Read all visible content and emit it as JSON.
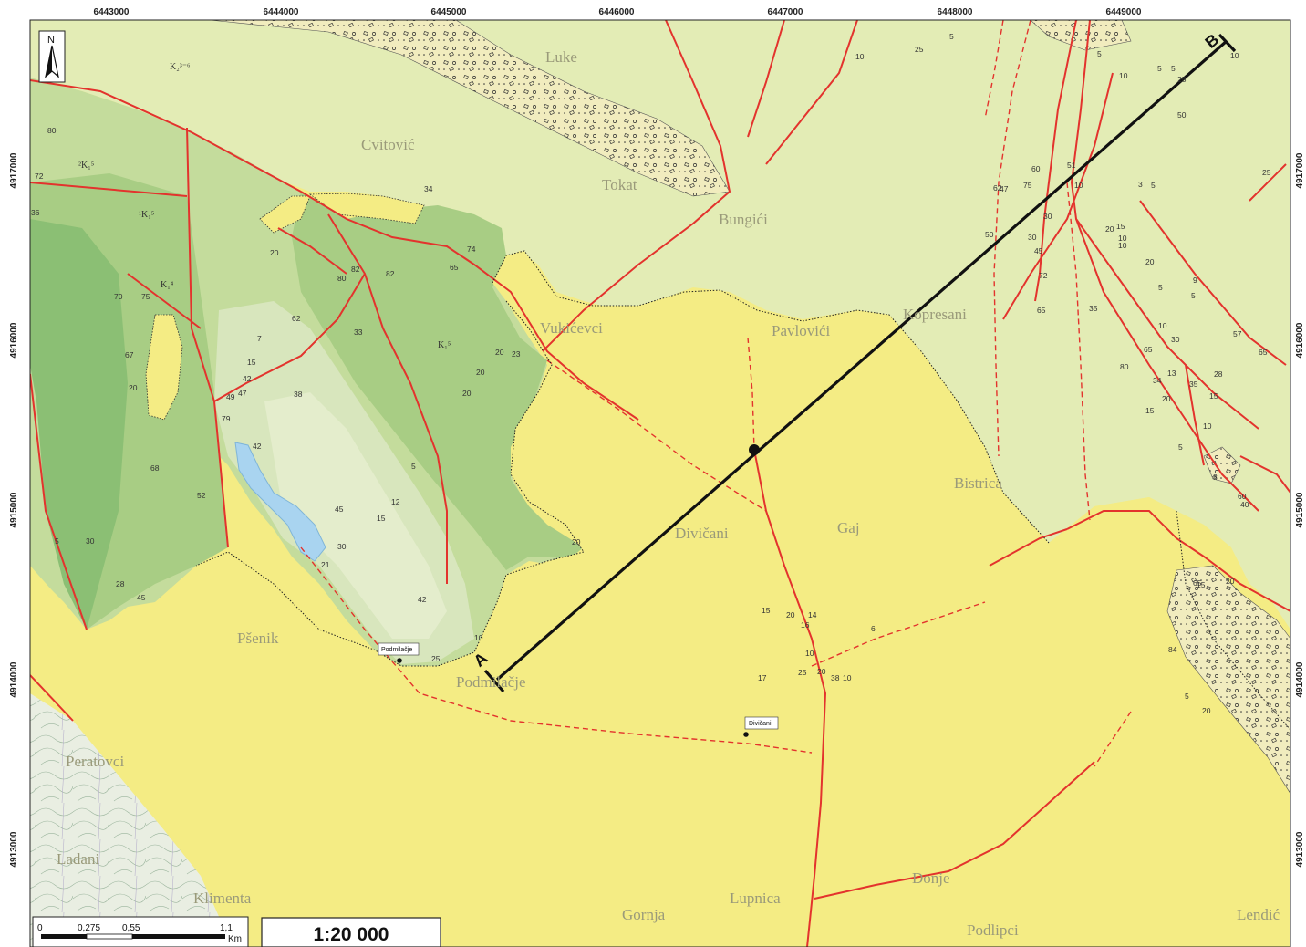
{
  "map": {
    "scale_ratio": "1:20 000",
    "north_label": "N",
    "scale_bar": {
      "ticks": [
        "0",
        "0,275",
        "0,55",
        "1,1"
      ],
      "unit": "Km"
    },
    "x_ticks": [
      "6443000",
      "6444000",
      "6445000",
      "6446000",
      "6447000",
      "6448000",
      "6449000"
    ],
    "y_ticks": [
      "4917000",
      "4916000",
      "4915000",
      "4914000",
      "4913000"
    ],
    "section": {
      "start_label": "A",
      "end_label": "B"
    },
    "localities": [
      {
        "name": "Podmilačje"
      },
      {
        "name": "Divičani"
      }
    ],
    "place_names": [
      "Cvitović",
      "Vukićevci",
      "Pavlovići",
      "Divičani",
      "Pšenik",
      "Podmilačje",
      "Bistrica",
      "Lupnica",
      "Gornja",
      "Donje",
      "Podlipci",
      "Peratovci",
      "Ladani",
      "Klimenta",
      "Bungići",
      "Kopresani",
      "Luke",
      "Tokat",
      "Gaj",
      "Lendić"
    ],
    "dip_values": [
      "80",
      "72",
      "36",
      "70",
      "75",
      "67",
      "20",
      "68",
      "30",
      "5",
      "28",
      "45",
      "52",
      "20",
      "62",
      "7",
      "15",
      "42",
      "47",
      "49",
      "79",
      "42",
      "33",
      "38",
      "80",
      "82",
      "82",
      "74",
      "65",
      "34",
      "20",
      "23",
      "20",
      "20",
      "5",
      "45",
      "12",
      "15",
      "30",
      "21",
      "42",
      "20",
      "10",
      "25",
      "15",
      "20",
      "14",
      "16",
      "10",
      "17",
      "25",
      "20",
      "38",
      "10",
      "6",
      "50",
      "47",
      "75",
      "30",
      "45",
      "60",
      "30",
      "62",
      "72",
      "65",
      "35",
      "51",
      "10",
      "3",
      "5",
      "20",
      "15",
      "10",
      "10",
      "20",
      "5",
      "9",
      "5",
      "10",
      "80",
      "30",
      "65",
      "13",
      "35",
      "28",
      "34",
      "20",
      "15",
      "15",
      "10",
      "5",
      "8",
      "60",
      "57",
      "65",
      "25",
      "5",
      "10",
      "5",
      "10",
      "5",
      "5",
      "25",
      "50",
      "25",
      "10",
      "5",
      "20",
      "40",
      "15",
      "65",
      "20",
      "84"
    ],
    "unit_labels": [
      "K₂³⁻⁶",
      "²K₁⁵",
      "¹K₁⁵",
      "K₁⁴",
      "K₁⁵"
    ],
    "colors": {
      "map_yellow": "#f4ec84",
      "pale_green": "#e3ecb5",
      "mid_green": "#c4dc9c",
      "green": "#a8cd84",
      "dark_green": "#8bbf74",
      "fault_red": "#e3332d",
      "lake_blue": "#a9d4f0",
      "section_black": "#111111"
    }
  }
}
